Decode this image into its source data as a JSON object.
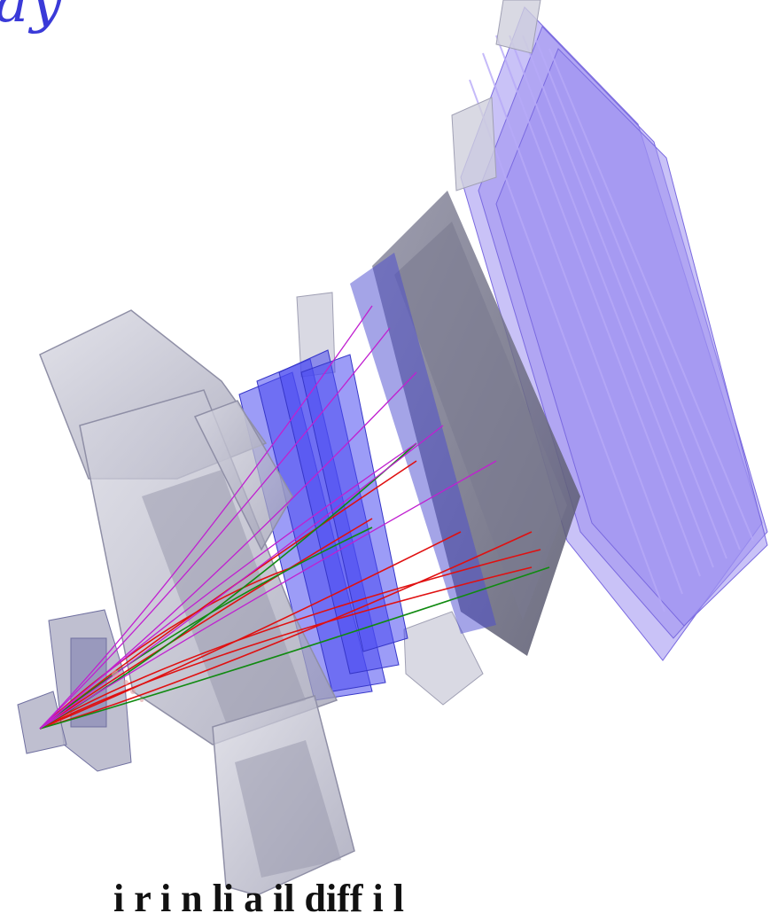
{
  "title_fragment": "ay",
  "caption_fragment": "i  r      i     n  li     a  il     diff i  l",
  "colors": {
    "muon_chambers": "#9d8ff0",
    "tracker_stations": "#4a4af0",
    "calorimeter": "#6f6f86",
    "magnet_shielding": "#b9b9c9",
    "track_red": "#e01010",
    "track_green": "#108a10",
    "track_magenta": "#c020d0"
  },
  "icons": [
    "detector-event-display"
  ]
}
